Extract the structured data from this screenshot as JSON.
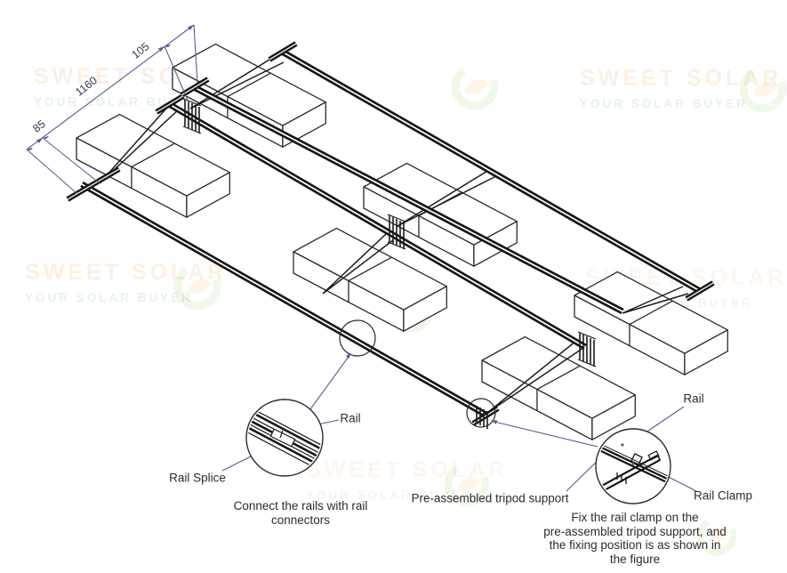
{
  "watermark": {
    "line1": "SWEET SOLAR",
    "line2": "YOUR SOLAR BUYER"
  },
  "dimensions": {
    "offset_85": "85",
    "rail_spacing_1160": "1160",
    "row_gap_105": "105"
  },
  "detail_left": {
    "rail_label": "Rail",
    "rail_splice_label": "Rail Splice",
    "caption_lines": [
      "Connect the rails with rail",
      "connectors"
    ]
  },
  "detail_right": {
    "rail_label": "Rail",
    "rail_clamp_label": "Rail Clamp",
    "tripod_label": "Pre-assembled tripod support",
    "caption_lines": [
      "Fix the rail clamp on the",
      "pre-assembled tripod support, and",
      "the fixing position is as shown in",
      "the figure"
    ]
  },
  "colors": {
    "line": "#1c1c1c",
    "leader": "#5a5a96",
    "watermark_orange": "#e97c20",
    "watermark_teal": "#2c968c"
  }
}
